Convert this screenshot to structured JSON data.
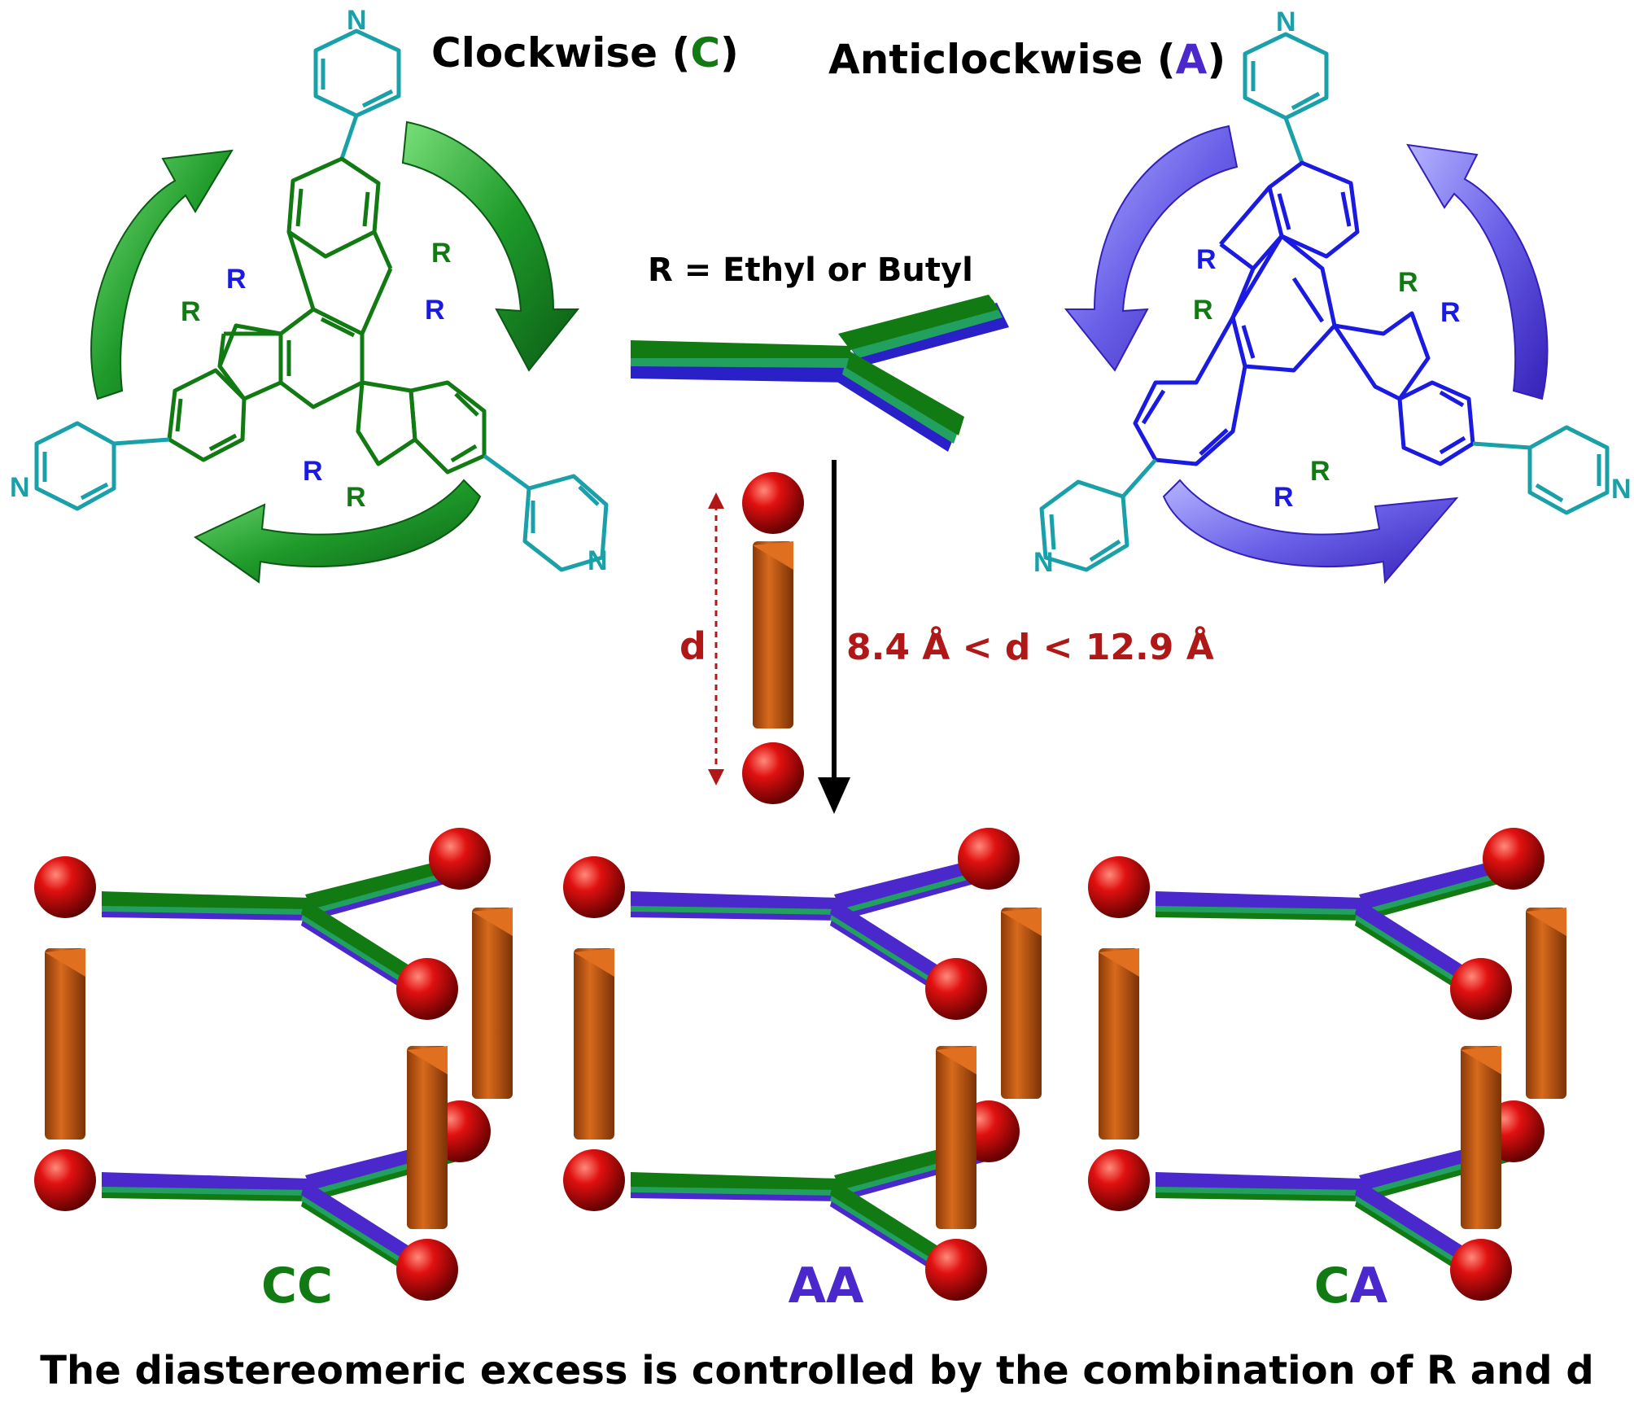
{
  "colors": {
    "green": "#127a12",
    "blue": "#1a1ae0",
    "teal": "#1aa0a8",
    "purple": "#4a28cc",
    "red_text": "#b01818",
    "orange": "#c8601a",
    "black": "#000000"
  },
  "left_molecule": {
    "title_prefix": "Clockwise (",
    "title_letter": "C",
    "title_suffix": ")",
    "atom_R": "R",
    "atom_N": "N"
  },
  "right_molecule": {
    "title_prefix": "Anticlockwise (",
    "title_letter": "A",
    "title_suffix": ")",
    "atom_R": "R",
    "atom_N": "N"
  },
  "center": {
    "r_definition": "R = Ethyl or Butyl",
    "d_label": "d",
    "distance_range": "8.4 Å < d < 12.9 Å"
  },
  "cages": [
    {
      "label_first": "C",
      "label_second": "C",
      "first_color": "green",
      "second_color": "green"
    },
    {
      "label_first": "A",
      "label_second": "A",
      "first_color": "purple",
      "second_color": "purple"
    },
    {
      "label_first": "C",
      "label_second": "A",
      "first_color": "green",
      "second_color": "purple"
    }
  ],
  "caption": "The diastereomeric excess is controlled by the combination of R and d"
}
